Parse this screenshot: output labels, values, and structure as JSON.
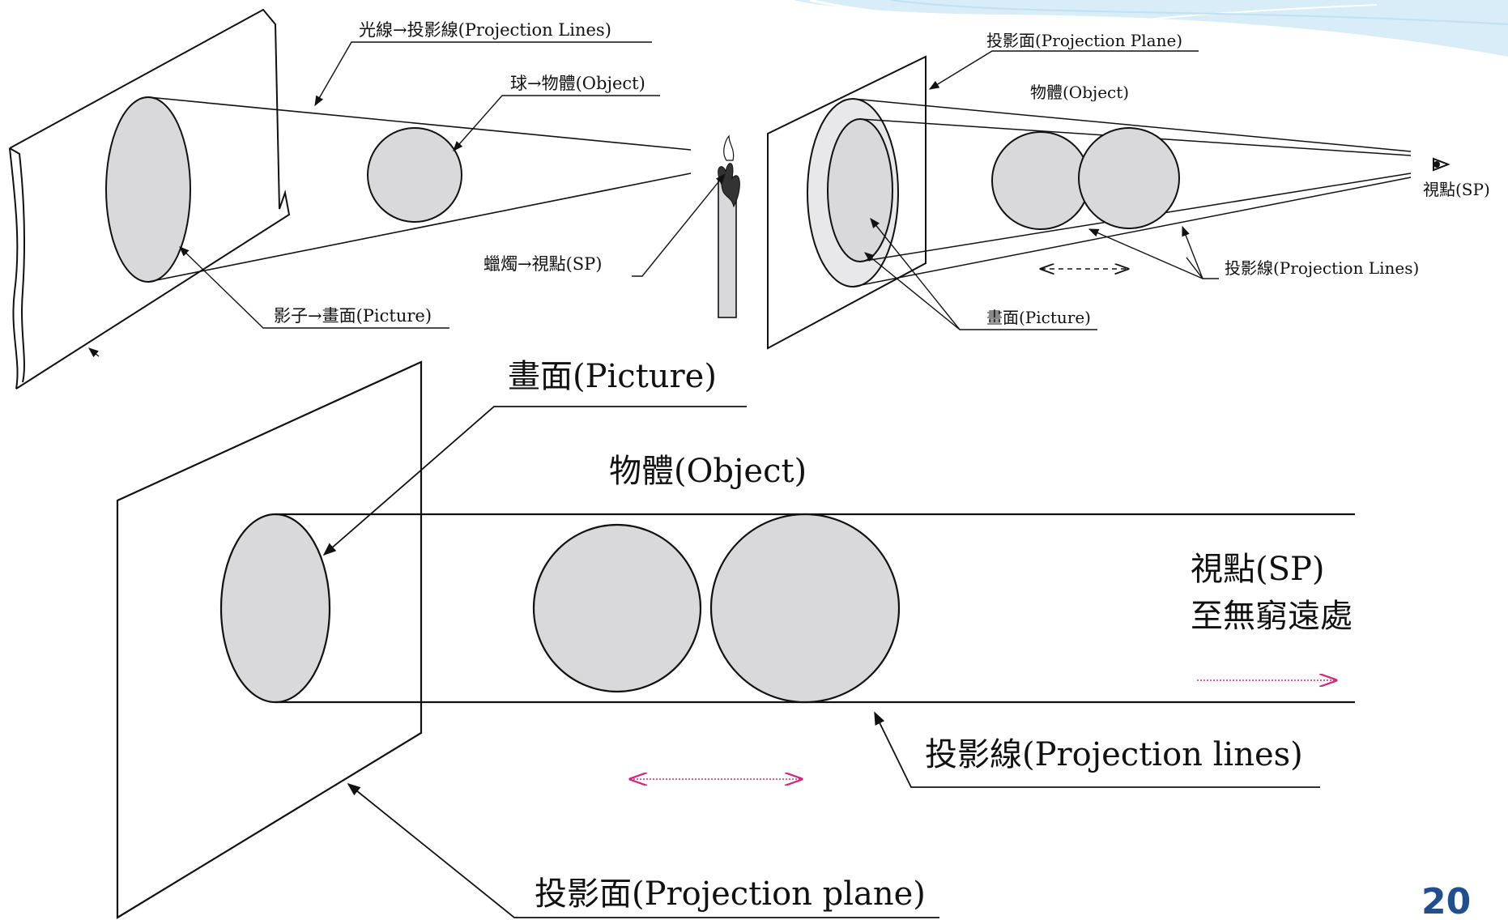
{
  "colors": {
    "sphere_fill": "#d9d9dc",
    "line": "#111111",
    "accent_arrow": "#d6247e",
    "page_number": "#1f4f8f",
    "header_wave": "#cfe8f6"
  },
  "panel_a": {
    "projection_lines_label": "光線→投影線(Projection Lines)",
    "object_label": "球→物體(Object)",
    "station_point_label": "蠟燭→視點(SP)",
    "picture_label": "影子→畫面(Picture)"
  },
  "panel_b": {
    "projection_plane_label": "投影面(Projection Plane)",
    "object_label": "物體(Object)",
    "station_point_label": "視點(SP)",
    "projection_lines_label": "投影線(Projection Lines)",
    "picture_label": "畫面(Picture)"
  },
  "panel_c": {
    "picture_label": "畫面(Picture)",
    "object_label": "物體(Object)",
    "station_point_label": "視點(SP)",
    "infinity_label": "至無窮遠處",
    "projection_lines_label": "投影線(Projection lines)",
    "projection_plane_label": "投影面(Projection plane)"
  },
  "page_number": "20"
}
